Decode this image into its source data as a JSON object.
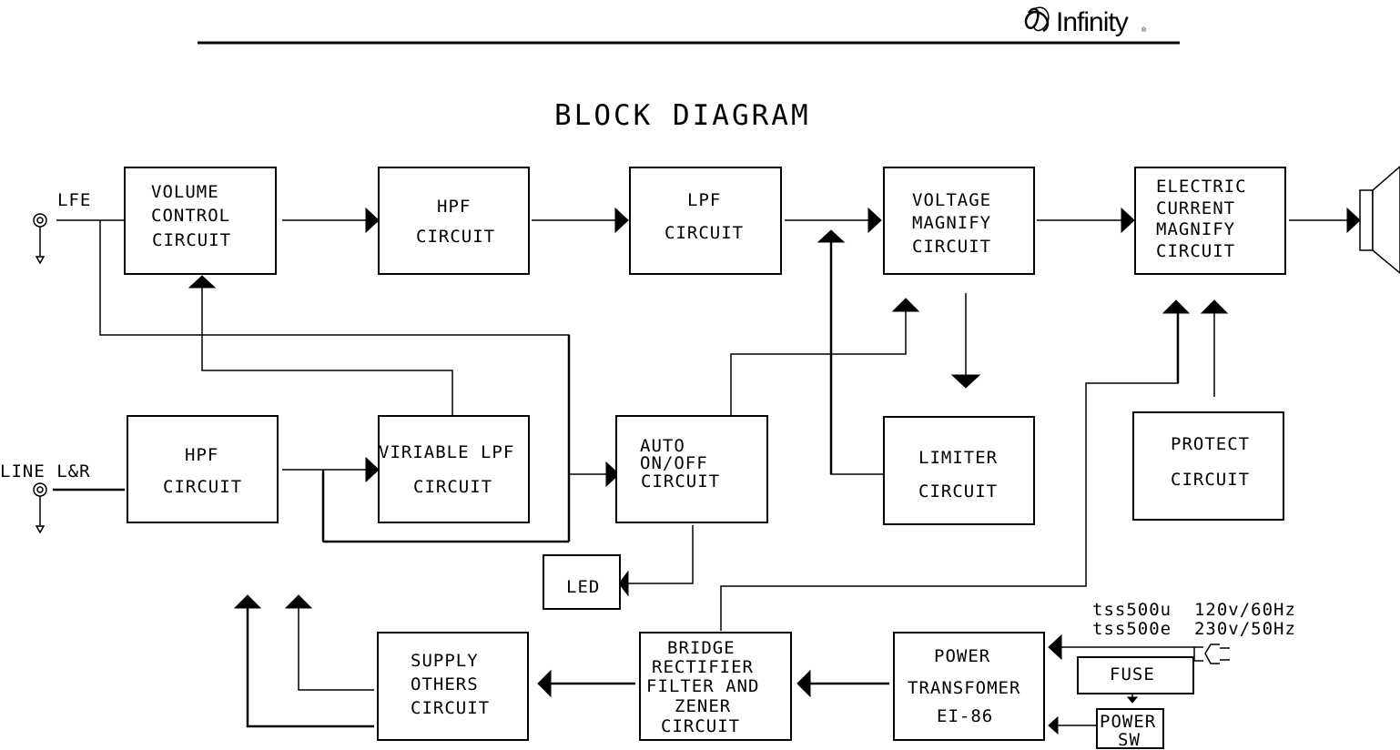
{
  "header": {
    "brand": "Infinity",
    "brand_mark": "®",
    "title": "BLOCK DIAGRAM"
  },
  "inputs": {
    "lfe": "LFE",
    "line": "LINE L&R"
  },
  "blocks": {
    "volume": [
      "VOLUME",
      "CONTROL",
      "CIRCUIT"
    ],
    "hpf_top": [
      "HPF",
      "CIRCUIT"
    ],
    "lpf": [
      "LPF",
      "CIRCUIT"
    ],
    "voltage": [
      "VOLTAGE",
      "MAGNIFY",
      "CIRCUIT"
    ],
    "current": [
      "ELECTRIC",
      "CURRENT",
      "MAGNIFY",
      "CIRCUIT"
    ],
    "hpf_bottom": [
      "HPF",
      "CIRCUIT"
    ],
    "variable_lpf": [
      "VIRIABLE LPF",
      "CIRCUIT"
    ],
    "auto_onoff": [
      "AUTO",
      "ON/OFF",
      "CIRCUIT"
    ],
    "limiter": [
      "LIMITER",
      "CIRCUIT"
    ],
    "protect": [
      "PROTECT",
      "CIRCUIT"
    ],
    "led": [
      "LED"
    ],
    "supply": [
      "SUPPLY",
      "OTHERS",
      "CIRCUIT"
    ],
    "bridge": [
      "BRIDGE",
      "RECTIFIER",
      "FILTER AND",
      "ZENER",
      "CIRCUIT"
    ],
    "transformer": [
      "POWER",
      "TRANSFOMER",
      "EI-86"
    ],
    "fuse": [
      "FUSE"
    ],
    "power_sw": [
      "POWER",
      "SW"
    ]
  },
  "power_spec": {
    "line1": "tss500u  120v/60Hz",
    "line2": "tss500e  230v/50Hz"
  }
}
